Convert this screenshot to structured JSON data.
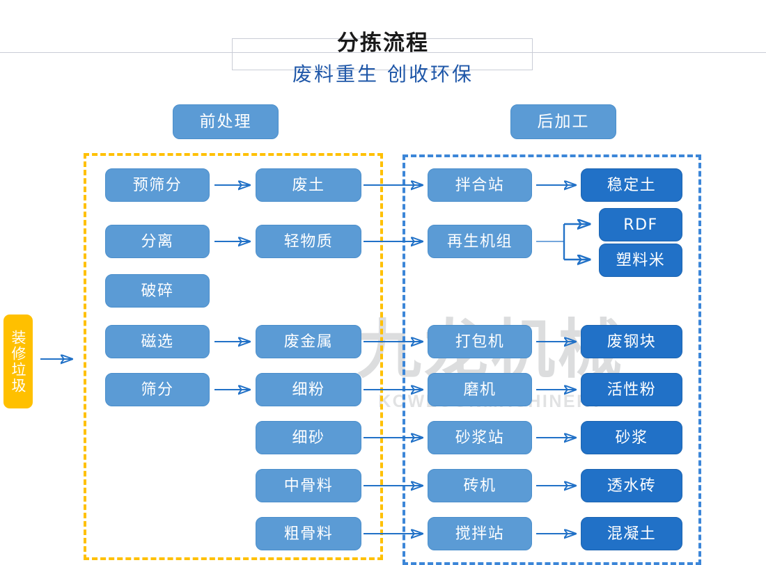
{
  "header": {
    "title": "分拣流程",
    "subtitle": "废料重生 创收环保"
  },
  "watermark": {
    "cn": "九龙机械",
    "en": "KOWLOONMACHINERY"
  },
  "input_node": {
    "label": "装修垃圾"
  },
  "groups": [
    {
      "id": "pre",
      "label": "前处理",
      "border_color": "#FFC000"
    },
    {
      "id": "post",
      "label": "后加工",
      "border_color": "#3C86D8"
    }
  ],
  "colors": {
    "node_mid": "#5B9BD5",
    "node_dark": "#2171C7",
    "input_yellow": "#FFC000",
    "arrow": "#2171C7",
    "subtitle_blue": "#1F57A8",
    "rule_gray": "#C9CCD6"
  },
  "columns": {
    "process_pre": [
      {
        "label": "预筛分",
        "style": "mid"
      },
      {
        "label": "分离",
        "style": "mid"
      },
      {
        "label": "破碎",
        "style": "mid"
      },
      {
        "label": "磁选",
        "style": "mid"
      },
      {
        "label": "筛分",
        "style": "mid"
      }
    ],
    "material": [
      {
        "label": "废土",
        "style": "mid"
      },
      {
        "label": "轻物质",
        "style": "mid"
      },
      {
        "label": "废金属",
        "style": "mid"
      },
      {
        "label": "细粉",
        "style": "mid"
      },
      {
        "label": "细砂",
        "style": "mid"
      },
      {
        "label": "中骨料",
        "style": "mid"
      },
      {
        "label": "粗骨料",
        "style": "mid"
      }
    ],
    "process_post": [
      {
        "label": "拌合站",
        "style": "mid"
      },
      {
        "label": "再生机组",
        "style": "mid"
      },
      {
        "label": "打包机",
        "style": "mid"
      },
      {
        "label": "磨机",
        "style": "mid"
      },
      {
        "label": "砂浆站",
        "style": "mid"
      },
      {
        "label": "砖机",
        "style": "mid"
      },
      {
        "label": "搅拌站",
        "style": "mid"
      }
    ],
    "product": [
      {
        "label": "稳定土",
        "style": "dark"
      },
      {
        "label": "RDF",
        "style": "dark"
      },
      {
        "label": "塑料米",
        "style": "dark"
      },
      {
        "label": "废钢块",
        "style": "dark"
      },
      {
        "label": "活性粉",
        "style": "dark"
      },
      {
        "label": "砂浆",
        "style": "dark"
      },
      {
        "label": "透水砖",
        "style": "dark"
      },
      {
        "label": "混凝土",
        "style": "dark"
      }
    ]
  }
}
